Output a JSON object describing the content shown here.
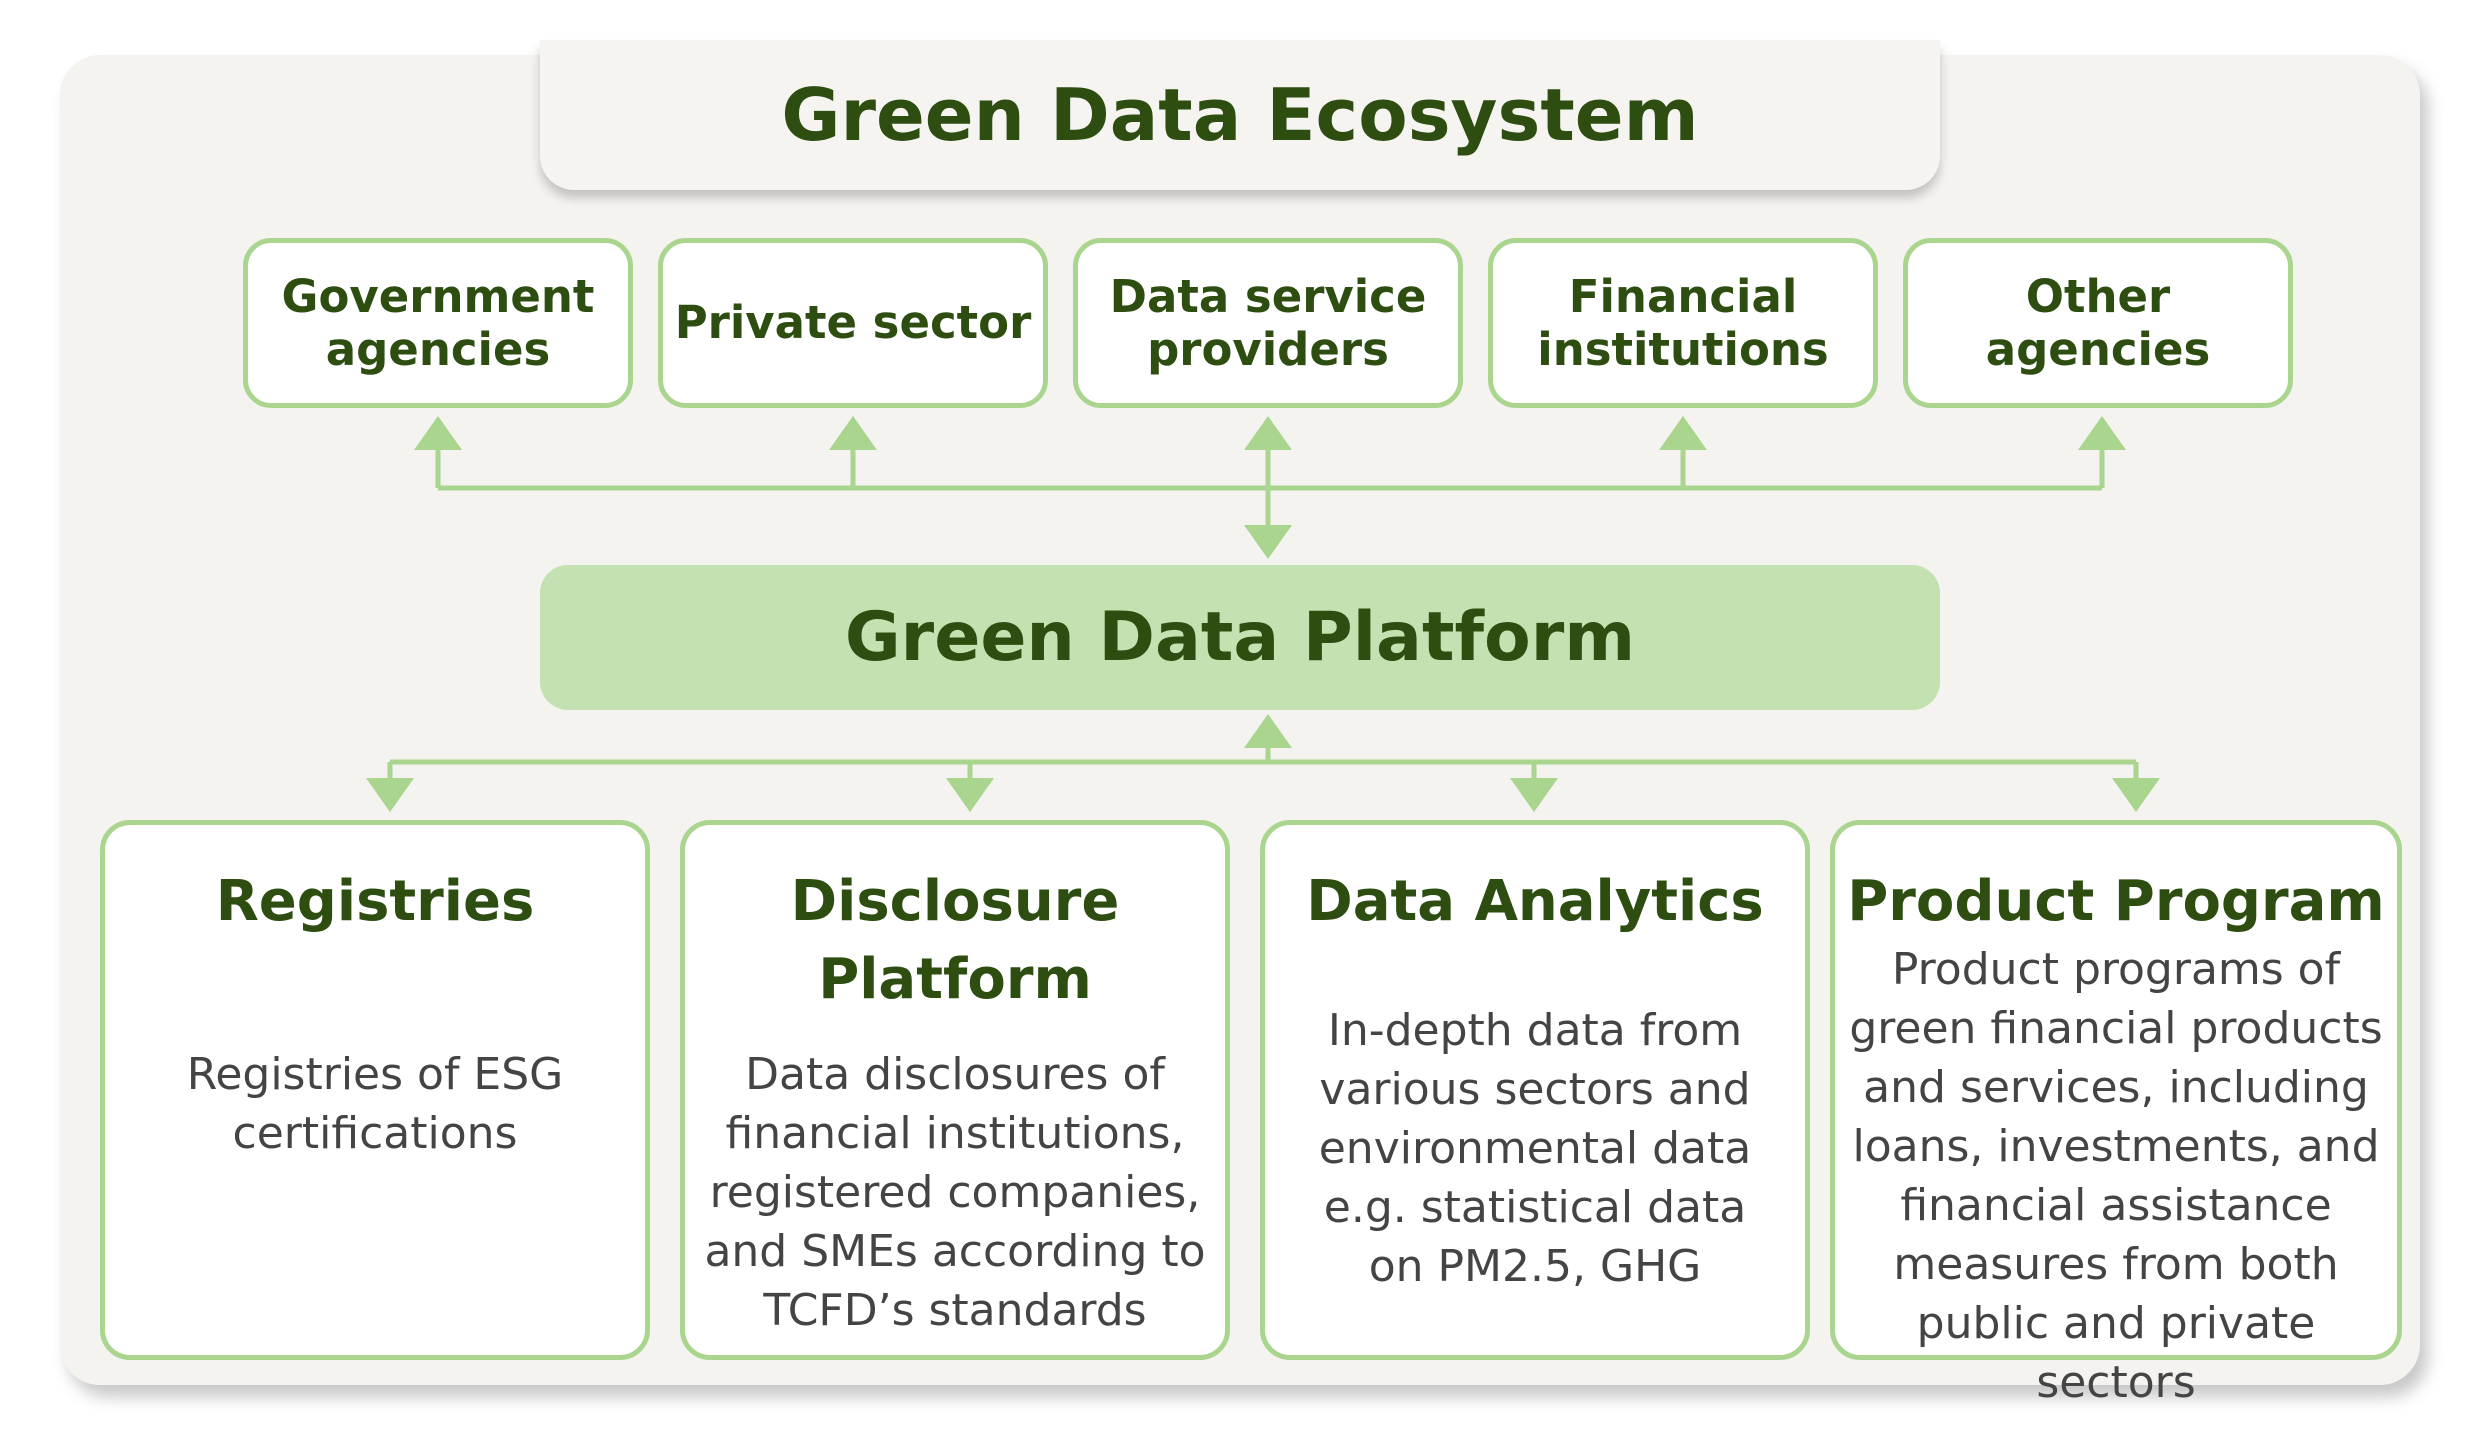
{
  "title": "Green Data Ecosystem",
  "stakeholders": [
    {
      "label": "Government agencies"
    },
    {
      "label": "Private sector"
    },
    {
      "label": "Data service providers"
    },
    {
      "label": "Financial institutions"
    },
    {
      "label": "Other agencies"
    }
  ],
  "platform": {
    "label": "Green Data Platform"
  },
  "components": [
    {
      "title": "Registries",
      "description": "Registries of ESG certifications"
    },
    {
      "title": "Disclosure Platform",
      "description": "Data disclosures of financial institutions, registered companies, and SMEs according to TCFD’s standards"
    },
    {
      "title": "Data Analytics",
      "description": "In-depth data from various sectors and environmental data e.g. statistical data on PM2.5, GHG"
    },
    {
      "title": "Product Program",
      "description": "Product programs of green financial products and services, including loans, investments, and financial assistance measures from both public and private sectors"
    }
  ],
  "colors": {
    "panel_background": "#f4f3ef",
    "accent_green": "#a9d58e",
    "platform_fill": "#c4e2b1",
    "heading_text": "#2d4d11",
    "body_text": "#444444"
  }
}
